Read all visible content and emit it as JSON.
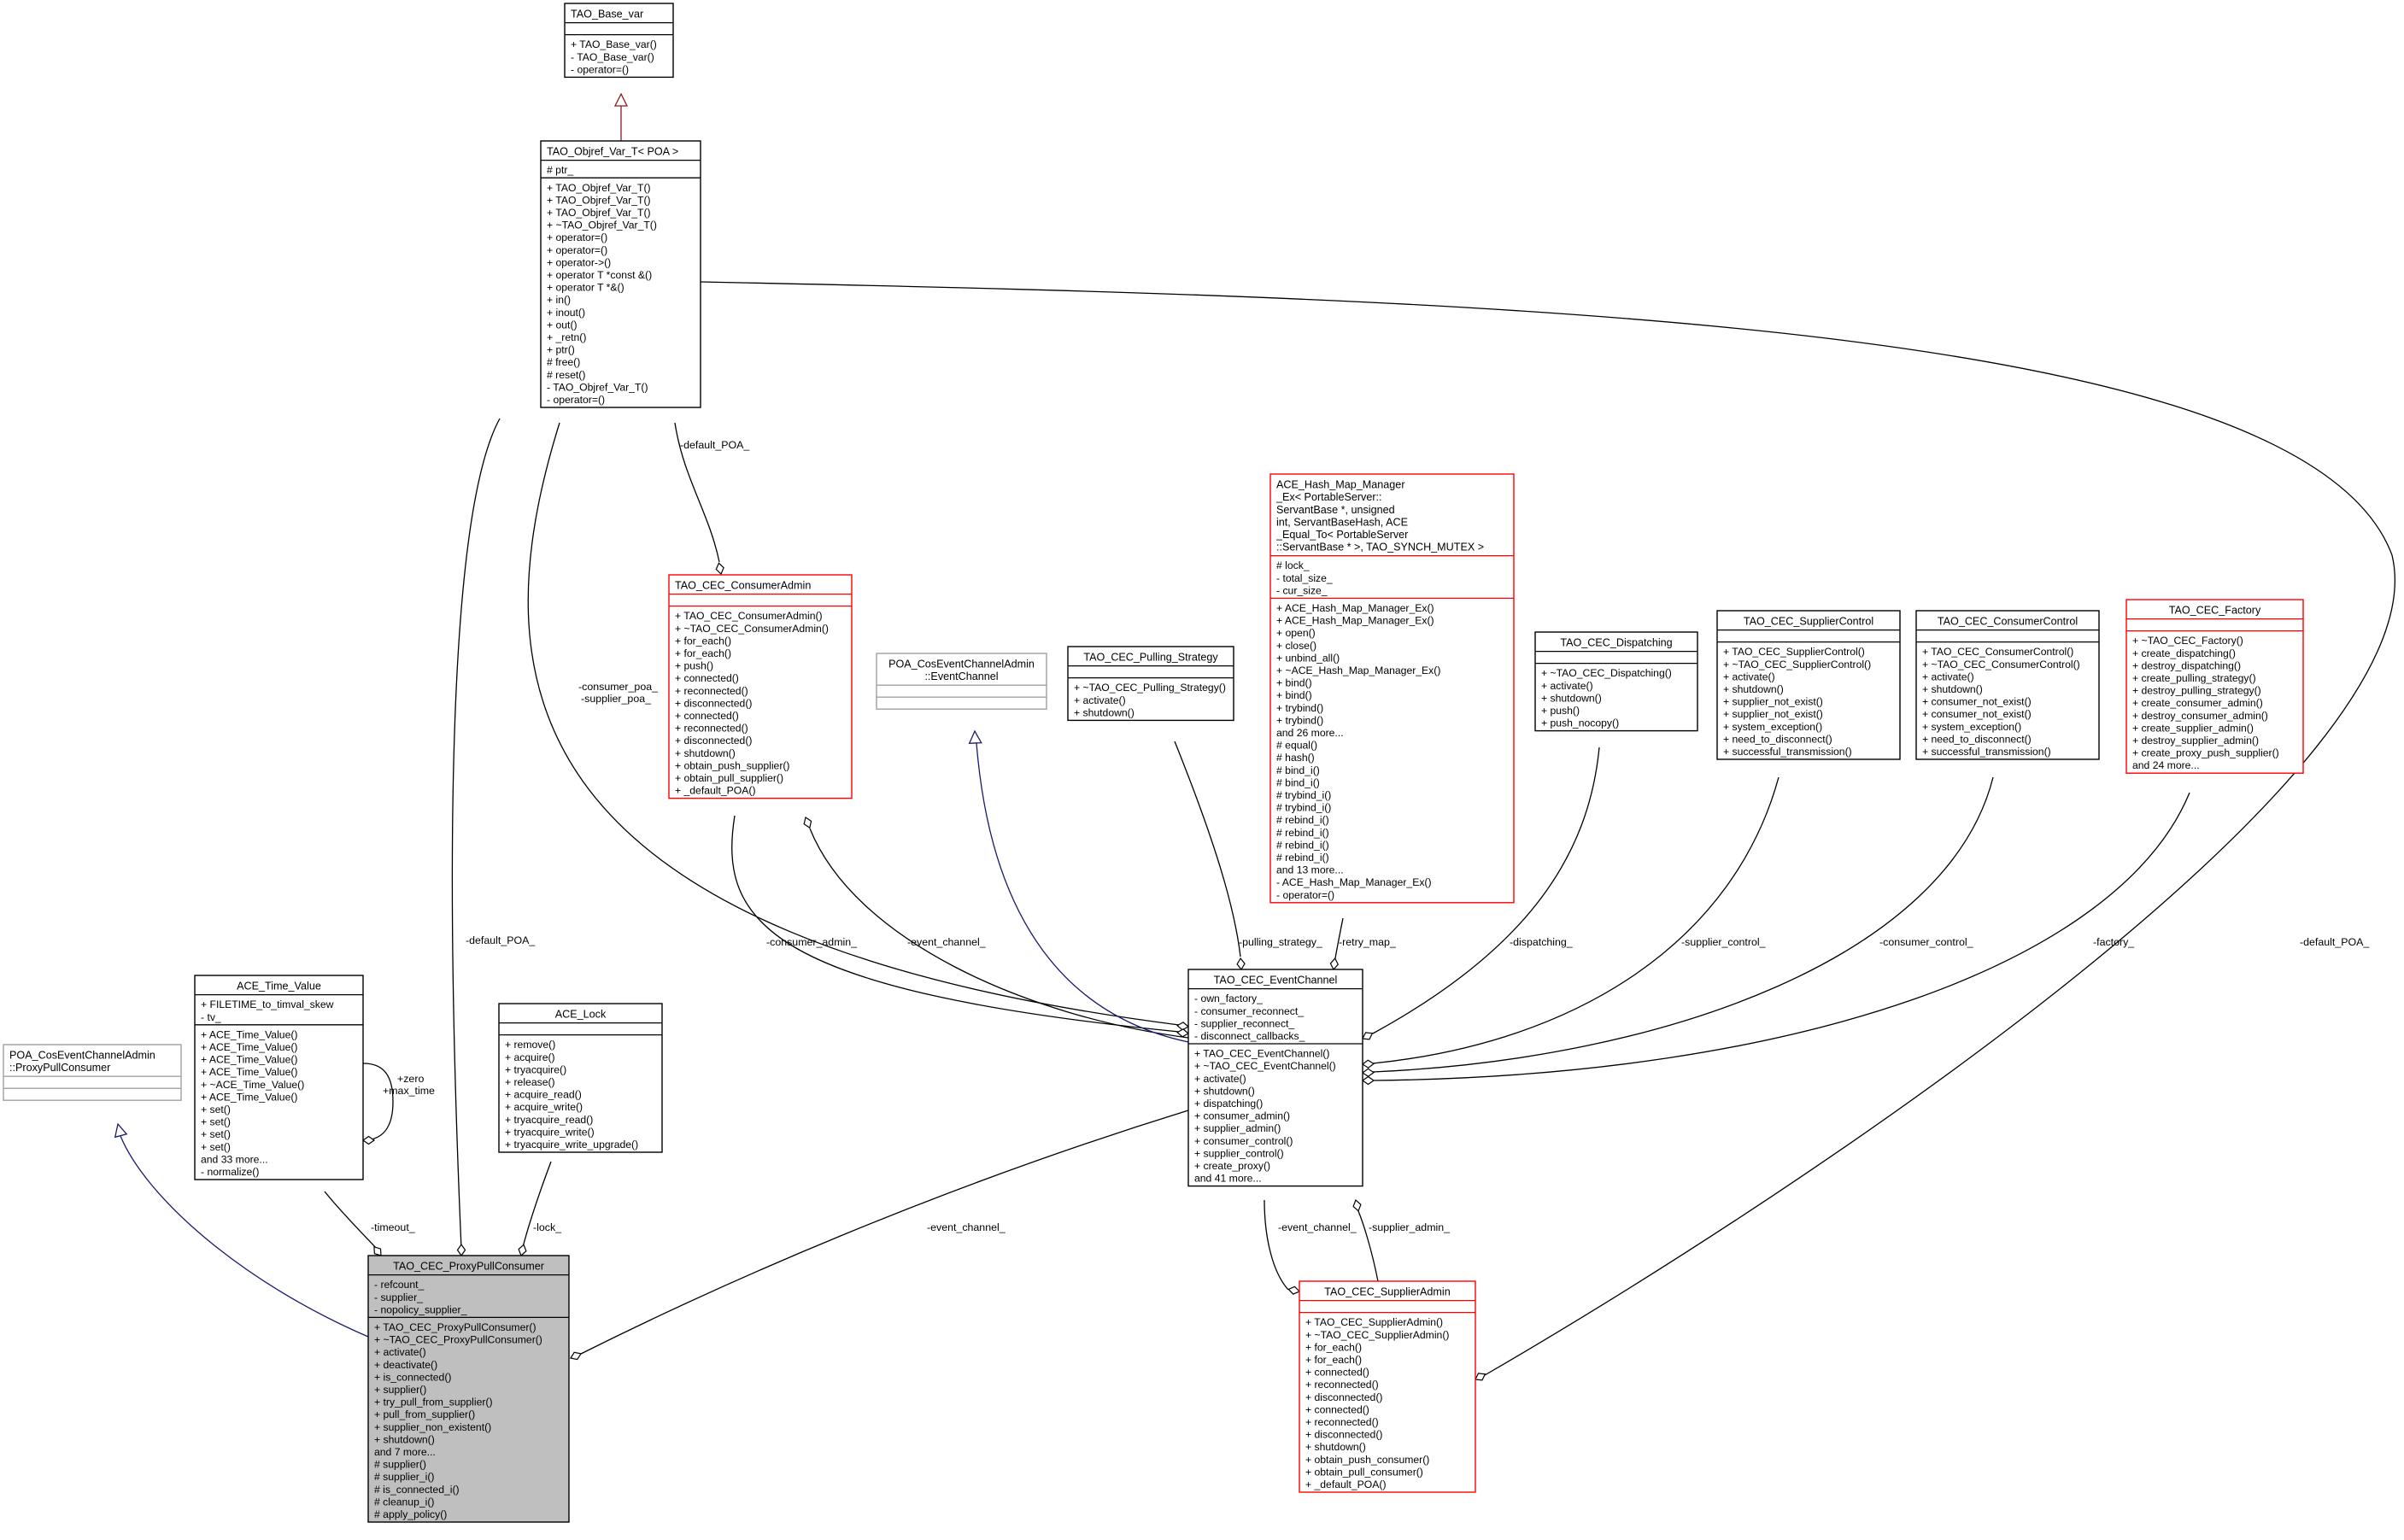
{
  "colors": {
    "black": "#000000",
    "red": "#ff0000",
    "grey": "#bfbfbf",
    "grey_border": "#a0a0a0",
    "blue": "#191970",
    "darkred": "#8b1a1a",
    "highlight": "#bfbfbf"
  },
  "classes": {
    "base_var": {
      "title": [
        "TAO_Base_var"
      ],
      "sections": [
        [],
        [
          "+ TAO_Base_var()",
          "- TAO_Base_var()",
          "- operator=()"
        ]
      ]
    },
    "objref": {
      "title": [
        "TAO_Objref_Var_T< POA >"
      ],
      "sections": [
        [
          "# ptr_"
        ],
        [
          "+ TAO_Objref_Var_T()",
          "+ TAO_Objref_Var_T()",
          "+ TAO_Objref_Var_T()",
          "+ ~TAO_Objref_Var_T()",
          "+ operator=()",
          "+ operator=()",
          "+ operator->()",
          "+ operator T *const &()",
          "+ operator T *&()",
          "+ in()",
          "+ inout()",
          "+ out()",
          "+ _retn()",
          "+ ptr()",
          "# free()",
          "# reset()",
          "- TAO_Objref_Var_T()",
          "- operator=()"
        ]
      ]
    },
    "hash": {
      "title": [
        "ACE_Hash_Map_Manager",
        "_Ex< PortableServer::",
        "ServantBase *, unsigned",
        " int, ServantBaseHash, ACE",
        "_Equal_To< PortableServer",
        "::ServantBase * >, TAO_SYNCH_MUTEX >"
      ],
      "sections": [
        [
          "# lock_",
          "- total_size_",
          "- cur_size_"
        ],
        [
          "+ ACE_Hash_Map_Manager_Ex()",
          "+ ACE_Hash_Map_Manager_Ex()",
          "+ open()",
          "+ close()",
          "+ unbind_all()",
          "+ ~ACE_Hash_Map_Manager_Ex()",
          "+ bind()",
          "+ bind()",
          "+ trybind()",
          "+ trybind()",
          "and 26 more...",
          "# equal()",
          "# hash()",
          "# bind_i()",
          "# bind_i()",
          "# trybind_i()",
          "# trybind_i()",
          "# rebind_i()",
          "# rebind_i()",
          "# rebind_i()",
          "# rebind_i()",
          "and 13 more...",
          "- ACE_Hash_Map_Manager_Ex()",
          "- operator=()"
        ]
      ]
    },
    "consumer_admin": {
      "title": [
        "TAO_CEC_ConsumerAdmin"
      ],
      "sections": [
        [],
        [
          "+ TAO_CEC_ConsumerAdmin()",
          "+ ~TAO_CEC_ConsumerAdmin()",
          "+ for_each()",
          "+ for_each()",
          "+ push()",
          "+ connected()",
          "+ reconnected()",
          "+ disconnected()",
          "+ connected()",
          "+ reconnected()",
          "+ disconnected()",
          "+ shutdown()",
          "+ obtain_push_supplier()",
          "+ obtain_pull_supplier()",
          "+ _default_POA()"
        ]
      ]
    },
    "poa_event_channel": {
      "title": [
        "POA_CosEventChannelAdmin",
        "::EventChannel"
      ],
      "sections": [
        [],
        []
      ]
    },
    "pulling_strategy": {
      "title": [
        "TAO_CEC_Pulling_Strategy"
      ],
      "sections": [
        [],
        [
          "+ ~TAO_CEC_Pulling_Strategy()",
          "+ activate()",
          "+ shutdown()"
        ]
      ]
    },
    "dispatching": {
      "title": [
        "TAO_CEC_Dispatching"
      ],
      "sections": [
        [],
        [
          "+ ~TAO_CEC_Dispatching()",
          "+ activate()",
          "+ shutdown()",
          "+ push()",
          "+ push_nocopy()"
        ]
      ]
    },
    "supplier_control": {
      "title": [
        "TAO_CEC_SupplierControl"
      ],
      "sections": [
        [],
        [
          "+ TAO_CEC_SupplierControl()",
          "+ ~TAO_CEC_SupplierControl()",
          "+ activate()",
          "+ shutdown()",
          "+ supplier_not_exist()",
          "+ supplier_not_exist()",
          "+ system_exception()",
          "+ need_to_disconnect()",
          "+ successful_transmission()"
        ]
      ]
    },
    "consumer_control": {
      "title": [
        "TAO_CEC_ConsumerControl"
      ],
      "sections": [
        [],
        [
          "+ TAO_CEC_ConsumerControl()",
          "+ ~TAO_CEC_ConsumerControl()",
          "+ activate()",
          "+ shutdown()",
          "+ consumer_not_exist()",
          "+ consumer_not_exist()",
          "+ system_exception()",
          "+ need_to_disconnect()",
          "+ successful_transmission()"
        ]
      ]
    },
    "factory": {
      "title": [
        "TAO_CEC_Factory"
      ],
      "sections": [
        [],
        [
          "+ ~TAO_CEC_Factory()",
          "+ create_dispatching()",
          "+ destroy_dispatching()",
          "+ create_pulling_strategy()",
          "+ destroy_pulling_strategy()",
          "+ create_consumer_admin()",
          "+ destroy_consumer_admin()",
          "+ create_supplier_admin()",
          "+ destroy_supplier_admin()",
          "+ create_proxy_push_supplier()",
          "and 24 more..."
        ]
      ]
    },
    "event_channel": {
      "title": [
        "TAO_CEC_EventChannel"
      ],
      "sections": [
        [
          "- own_factory_",
          "- consumer_reconnect_",
          "- supplier_reconnect_",
          "- disconnect_callbacks_"
        ],
        [
          "+ TAO_CEC_EventChannel()",
          "+ ~TAO_CEC_EventChannel()",
          "+ activate()",
          "+ shutdown()",
          "+ dispatching()",
          "+ consumer_admin()",
          "+ supplier_admin()",
          "+ consumer_control()",
          "+ supplier_control()",
          "+ create_proxy()",
          "and 41 more..."
        ]
      ]
    },
    "time_value": {
      "title": [
        "ACE_Time_Value"
      ],
      "sections": [
        [
          "+ FILETIME_to_timval_skew",
          "- tv_"
        ],
        [
          "+ ACE_Time_Value()",
          "+ ACE_Time_Value()",
          "+ ACE_Time_Value()",
          "+ ACE_Time_Value()",
          "+ ~ACE_Time_Value()",
          "+ ACE_Time_Value()",
          "+ set()",
          "+ set()",
          "+ set()",
          "+ set()",
          "and 33 more...",
          "- normalize()"
        ]
      ]
    },
    "lock": {
      "title": [
        "ACE_Lock"
      ],
      "sections": [
        [],
        [
          "+ remove()",
          "+ acquire()",
          "+ tryacquire()",
          "+ release()",
          "+ acquire_read()",
          "+ acquire_write()",
          "+ tryacquire_read()",
          "+ tryacquire_write()",
          "+ tryacquire_write_upgrade()"
        ]
      ]
    },
    "poa_proxy_pull_consumer": {
      "title": [
        "POA_CosEventChannelAdmin",
        "::ProxyPullConsumer"
      ],
      "sections": [
        [],
        []
      ]
    },
    "proxy_pull_consumer": {
      "title": [
        "TAO_CEC_ProxyPullConsumer"
      ],
      "sections": [
        [
          "- refcount_",
          "- supplier_",
          "- nopolicy_supplier_"
        ],
        [
          "+ TAO_CEC_ProxyPullConsumer()",
          "+ ~TAO_CEC_ProxyPullConsumer()",
          "+ activate()",
          "+ deactivate()",
          "+ is_connected()",
          "+ supplier()",
          "+ try_pull_from_supplier()",
          "+ pull_from_supplier()",
          "+ supplier_non_existent()",
          "+ shutdown()",
          "and 7 more...",
          "# supplier()",
          "# supplier_i()",
          "# is_connected_i()",
          "# cleanup_i()",
          "# apply_policy()"
        ]
      ]
    },
    "supplier_admin": {
      "title": [
        "TAO_CEC_SupplierAdmin"
      ],
      "sections": [
        [],
        [
          "+ TAO_CEC_SupplierAdmin()",
          "+ ~TAO_CEC_SupplierAdmin()",
          "+ for_each()",
          "+ for_each()",
          "+ connected()",
          "+ reconnected()",
          "+ disconnected()",
          "+ connected()",
          "+ reconnected()",
          "+ disconnected()",
          "+ shutdown()",
          "+ obtain_push_consumer()",
          "+ obtain_pull_consumer()",
          "+ _default_POA()"
        ]
      ]
    }
  },
  "edge_labels": {
    "default_poa_top": "-default_POA_",
    "default_poa_left": "-default_POA_",
    "default_poa_right": "-default_POA_",
    "consumer_poa": "-consumer_poa_",
    "supplier_poa": "-supplier_poa_",
    "consumer_admin": "-consumer_admin_",
    "event_channel_ca": "-event_channel_",
    "pulling_strategy": "-pulling_strategy_",
    "retry_map": "-retry_map_",
    "dispatching": "-dispatching_",
    "supplier_control": "-supplier_control_",
    "consumer_control": "-consumer_control_",
    "factory": "-factory_",
    "zero": "+zero",
    "max_time": "+max_time",
    "timeout": "-timeout_",
    "lock": "-lock_",
    "event_channel_proxy": "-event_channel_",
    "event_channel_sa": "-event_channel_",
    "supplier_admin": "-supplier_admin_"
  }
}
